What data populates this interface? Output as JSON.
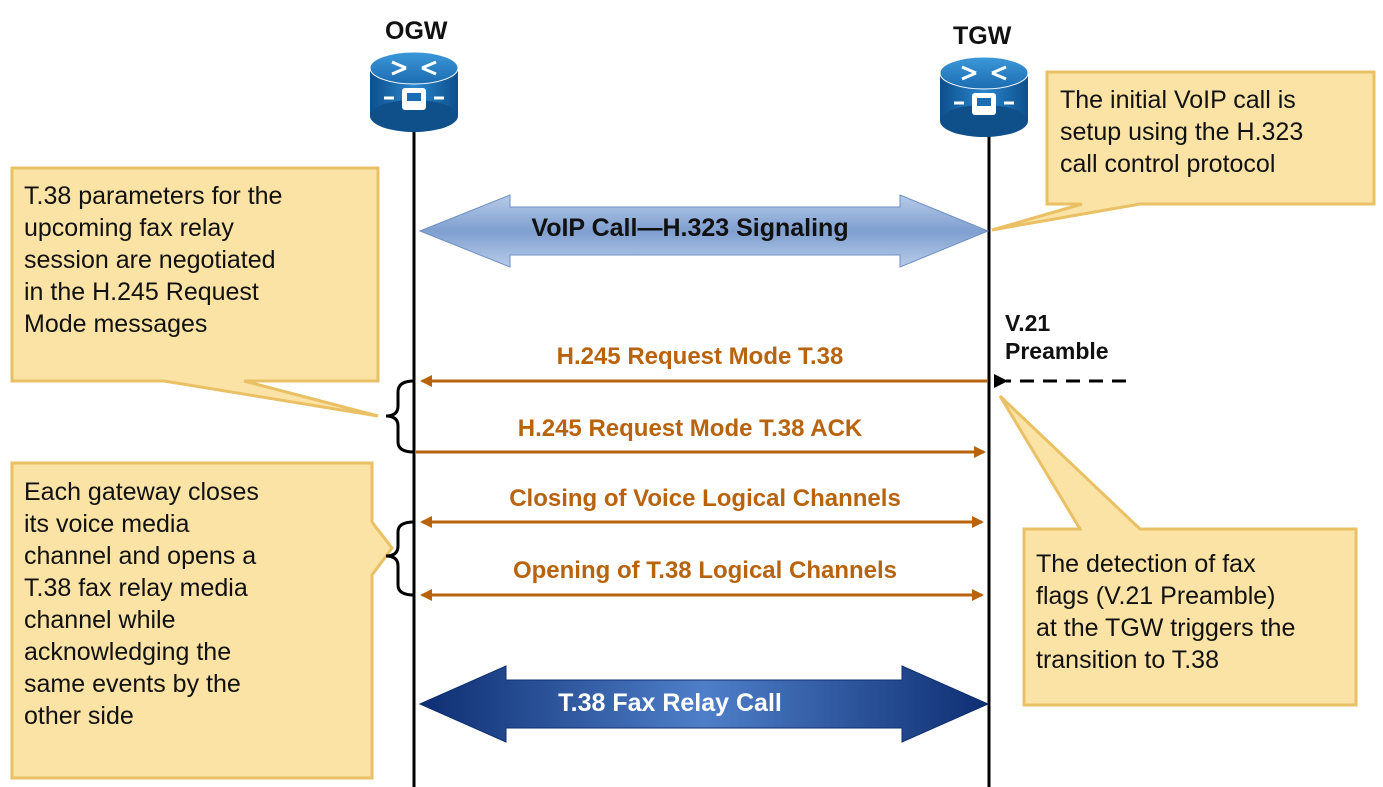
{
  "gateways": {
    "ogw": {
      "label": "OGW"
    },
    "tgw": {
      "label": "TGW"
    }
  },
  "bands": {
    "voip": {
      "label": "VoIP Call—H.323 Signaling"
    },
    "fax": {
      "label": "T.38 Fax Relay Call"
    }
  },
  "messages": [
    {
      "label": "H.245 Request Mode T.38"
    },
    {
      "label": "H.245 Request Mode T.38 ACK"
    },
    {
      "label": "Closing of Voice Logical Channels"
    },
    {
      "label": "Opening of T.38 Logical Channels"
    }
  ],
  "preamble": {
    "line1": "V.21",
    "line2": "Preamble"
  },
  "callouts": {
    "t38_params": {
      "lines": [
        "T.38 parameters for the",
        "upcoming  fax relay",
        "session are negotiated",
        "in the H.245 Request",
        "Mode messages"
      ]
    },
    "gateway_close": {
      "lines": [
        "Each gateway closes",
        "its voice media",
        "channel and opens a",
        "T.38 fax relay media",
        "channel while",
        "acknowledging  the",
        "same events by the",
        "other side"
      ]
    },
    "initial_voip": {
      "lines": [
        "The initial VoIP call is",
        "setup using the H.323",
        "call control protocol"
      ]
    },
    "detection": {
      "lines": [
        "The detection of fax",
        "flags (V.21 Preamble)",
        "at the TGW triggers the",
        "transition to T.38"
      ]
    }
  },
  "colors": {
    "callout_fill": "#fbe3a6",
    "callout_border": "#e9c064",
    "message_arrow": "#b8630e",
    "voip_band": "#8aaad6",
    "fax_band": "#163a80",
    "gateway_icon": "#1a6fb5"
  }
}
